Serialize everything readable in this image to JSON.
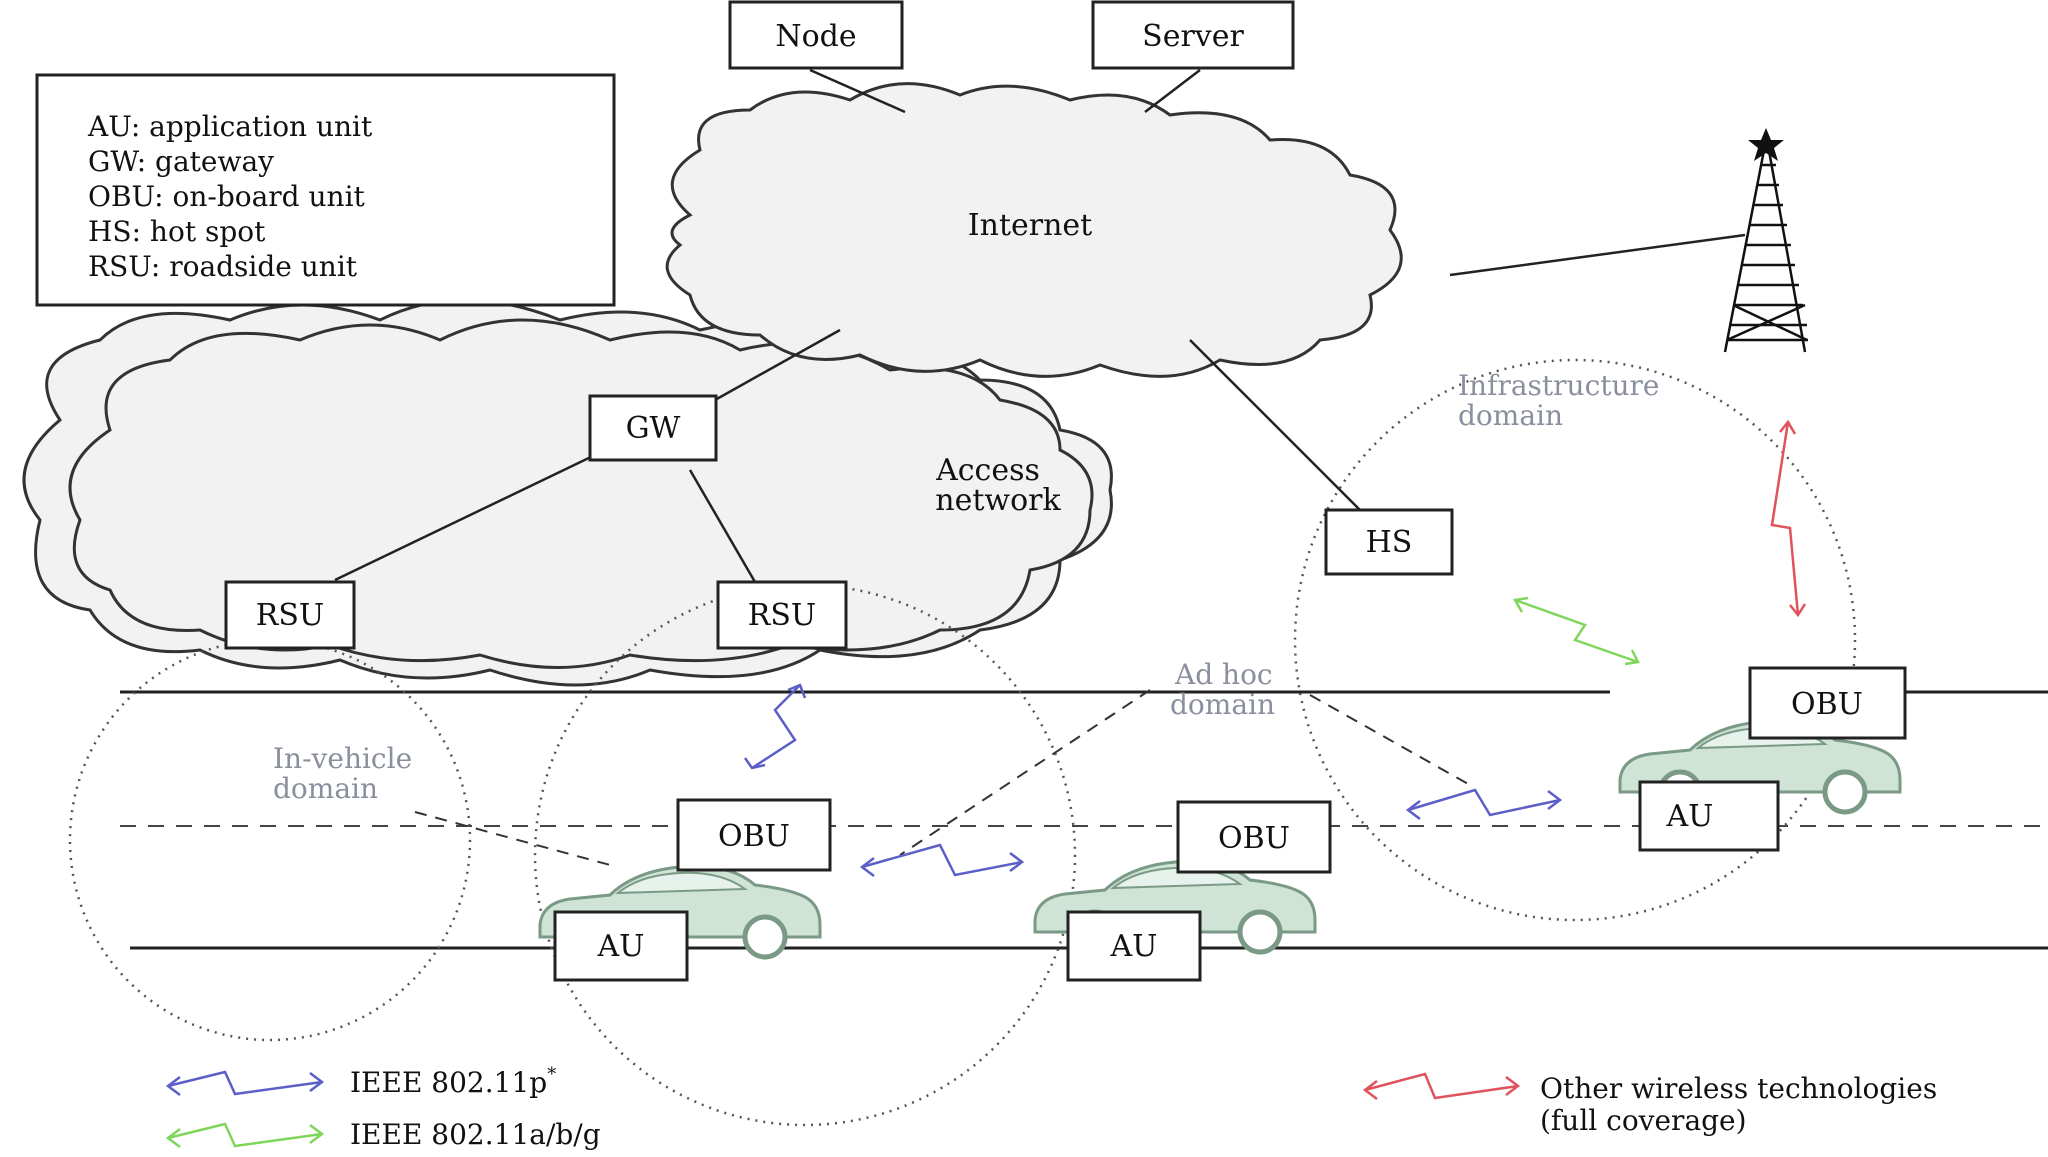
{
  "legend": {
    "items": [
      "AU: application unit",
      "GW: gateway",
      "OBU: on-board unit",
      "HS: hot spot",
      "RSU: roadside unit"
    ]
  },
  "nodes": {
    "node": "Node",
    "server": "Server",
    "internet": "Internet",
    "gw": "GW",
    "access_line1": "Access",
    "access_line2": "network",
    "rsu1": "RSU",
    "rsu2": "RSU",
    "hs": "HS",
    "obu1": "OBU",
    "obu2": "OBU",
    "obu3": "OBU",
    "au1": "AU",
    "au2": "AU",
    "au3": "AU"
  },
  "domains": {
    "infrastructure_line1": "Infrastructure",
    "infrastructure_line2": "domain",
    "adhoc_line1": "Ad hoc",
    "adhoc_line2": "domain",
    "invehicle_line1": "In-vehicle",
    "invehicle_line2": "domain"
  },
  "link_legend": {
    "p_label": "IEEE 802.11p",
    "p_sup": "*",
    "abg_label": "IEEE 802.11a/b/g",
    "other_line1": "Other wireless technologies",
    "other_line2": "(full coverage)"
  },
  "colors": {
    "p": "#5b5fc7",
    "abg": "#7fd65a",
    "other": "#e0525c",
    "car": "#cfe3d6",
    "car_stroke": "#7a9a86"
  }
}
